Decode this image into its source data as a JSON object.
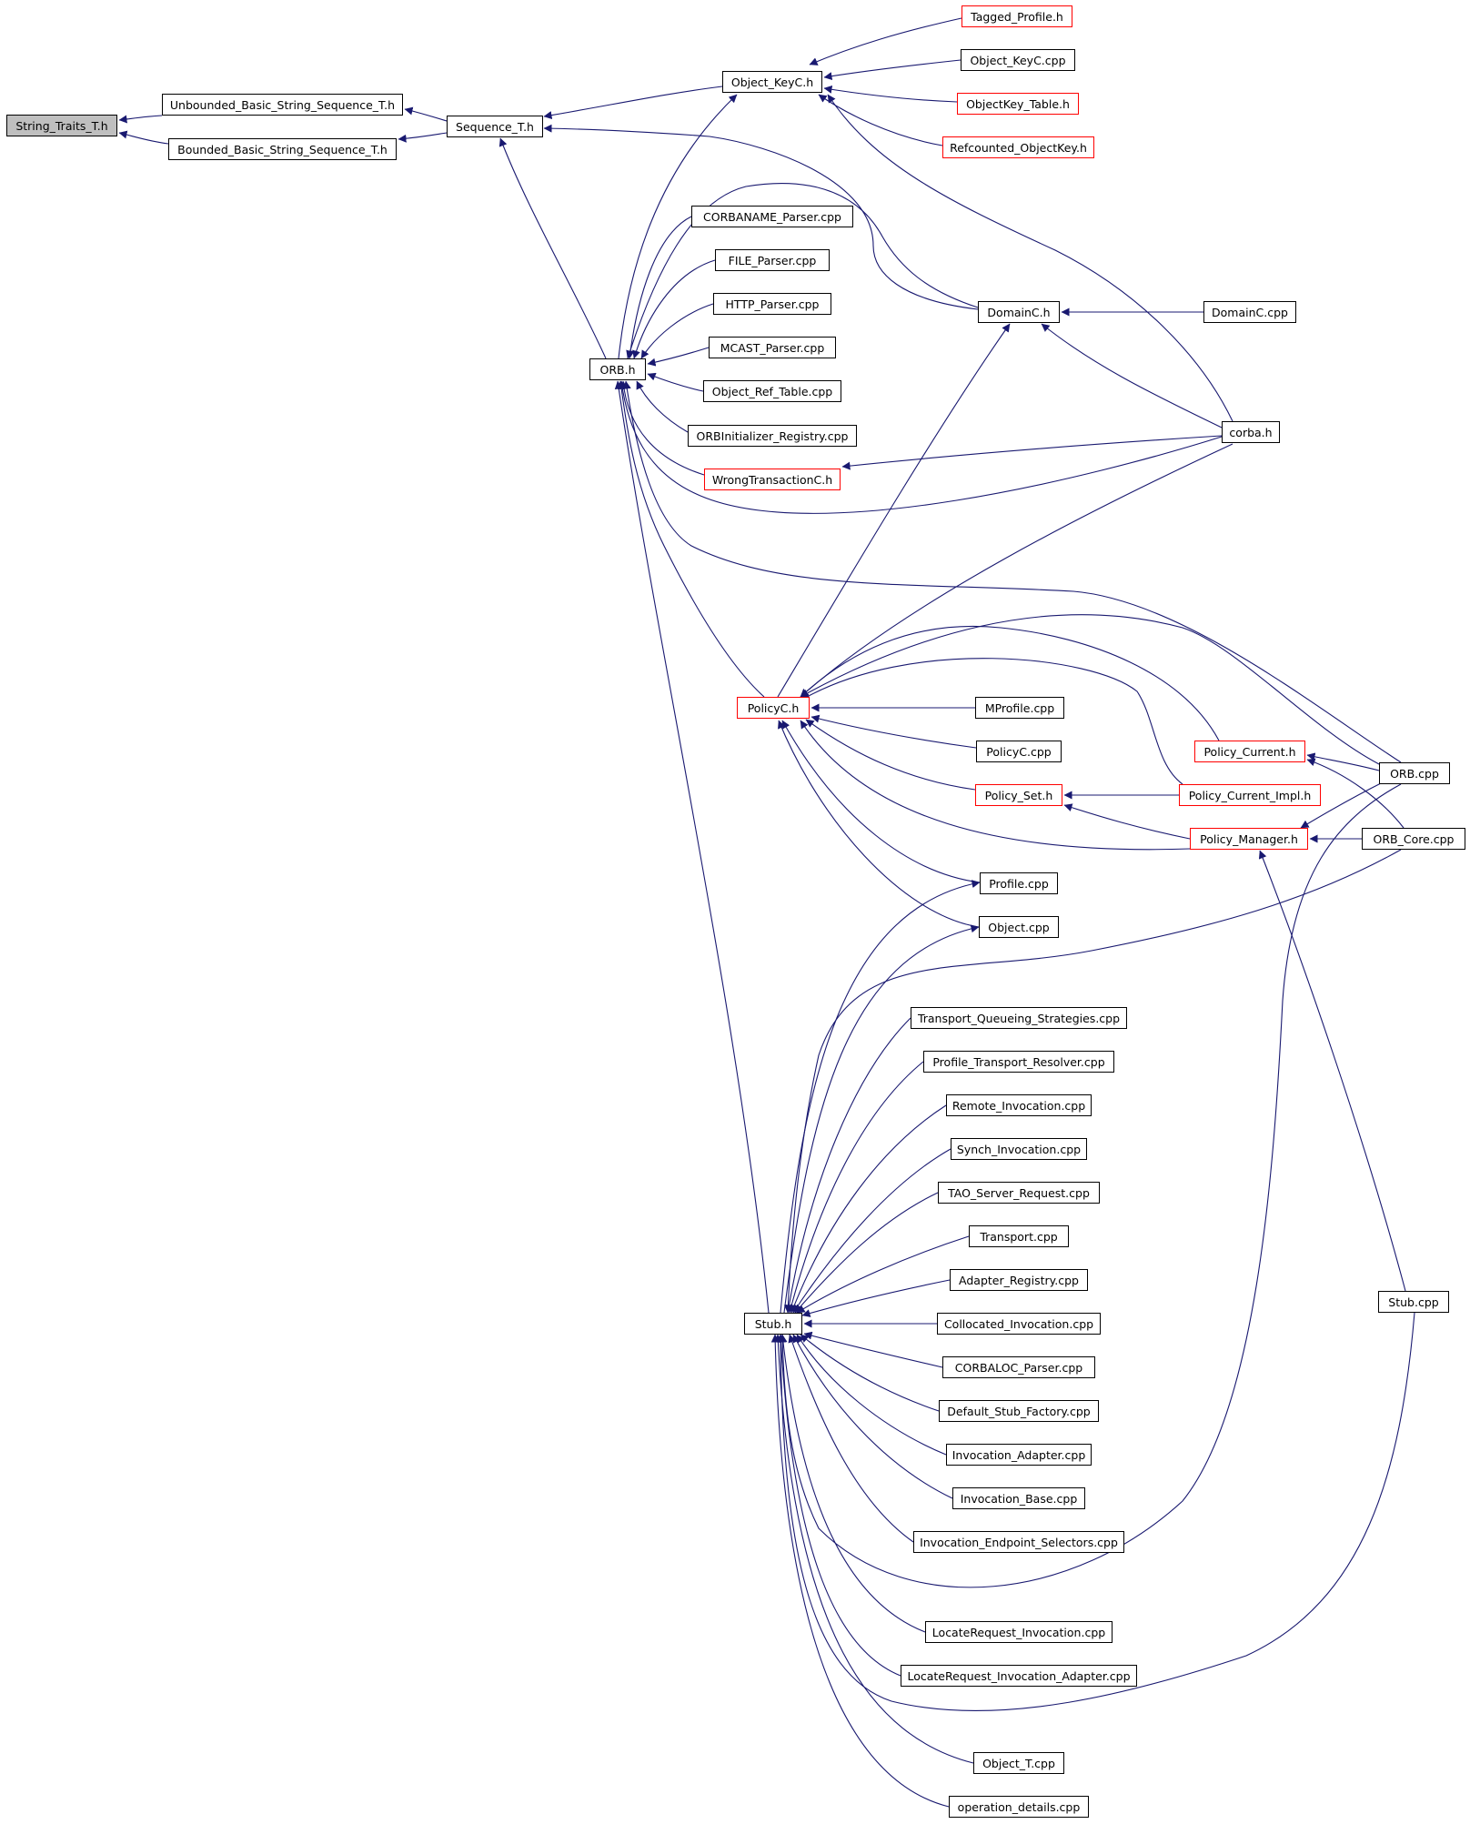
{
  "colors": {
    "edge": "#191970",
    "node_border": "#000000",
    "truncated_border": "#ff0000",
    "root_fill": "#bfbfbf"
  },
  "nodes": {
    "string_traits": "String_Traits_T.h",
    "unbounded": "Unbounded_Basic_String_Sequence_T.h",
    "bounded": "Bounded_Basic_String_Sequence_T.h",
    "sequence": "Sequence_T.h",
    "object_keyc_h": "Object_KeyC.h",
    "tagged_profile": "Tagged_Profile.h",
    "object_keyc_cpp": "Object_KeyC.cpp",
    "objectkey_table": "ObjectKey_Table.h",
    "refcounted": "Refcounted_ObjectKey.h",
    "corbaname": "CORBANAME_Parser.cpp",
    "file_parser": "FILE_Parser.cpp",
    "http_parser": "HTTP_Parser.cpp",
    "mcast_parser": "MCAST_Parser.cpp",
    "object_ref_table": "Object_Ref_Table.cpp",
    "orb_h": "ORB.h",
    "orbinit": "ORBInitializer_Registry.cpp",
    "wrongtx": "WrongTransactionC.h",
    "domainc_h": "DomainC.h",
    "domainc_cpp": "DomainC.cpp",
    "corba_h": "corba.h",
    "policyc_h": "PolicyC.h",
    "mprofile": "MProfile.cpp",
    "policyc_cpp": "PolicyC.cpp",
    "policy_set": "Policy_Set.h",
    "policy_current": "Policy_Current.h",
    "policy_current_impl": "Policy_Current_Impl.h",
    "policy_manager": "Policy_Manager.h",
    "orb_cpp": "ORB.cpp",
    "orb_core": "ORB_Core.cpp",
    "profile_cpp": "Profile.cpp",
    "object_cpp": "Object.cpp",
    "transport_queueing": "Transport_Queueing_Strategies.cpp",
    "profile_transport": "Profile_Transport_Resolver.cpp",
    "remote_inv": "Remote_Invocation.cpp",
    "synch_inv": "Synch_Invocation.cpp",
    "tao_server_req": "TAO_Server_Request.cpp",
    "transport_cpp": "Transport.cpp",
    "adapter_registry": "Adapter_Registry.cpp",
    "stub_h": "Stub.h",
    "collocated_inv": "Collocated_Invocation.cpp",
    "corbaloc": "CORBALOC_Parser.cpp",
    "default_stub_factory": "Default_Stub_Factory.cpp",
    "invocation_adapter": "Invocation_Adapter.cpp",
    "invocation_base": "Invocation_Base.cpp",
    "invocation_endpoint": "Invocation_Endpoint_Selectors.cpp",
    "stub_cpp": "Stub.cpp",
    "locatereq_inv": "LocateRequest_Invocation.cpp",
    "locatereq_adapter": "LocateRequest_Invocation_Adapter.cpp",
    "object_t": "Object_T.cpp",
    "operation_details": "operation_details.cpp"
  }
}
